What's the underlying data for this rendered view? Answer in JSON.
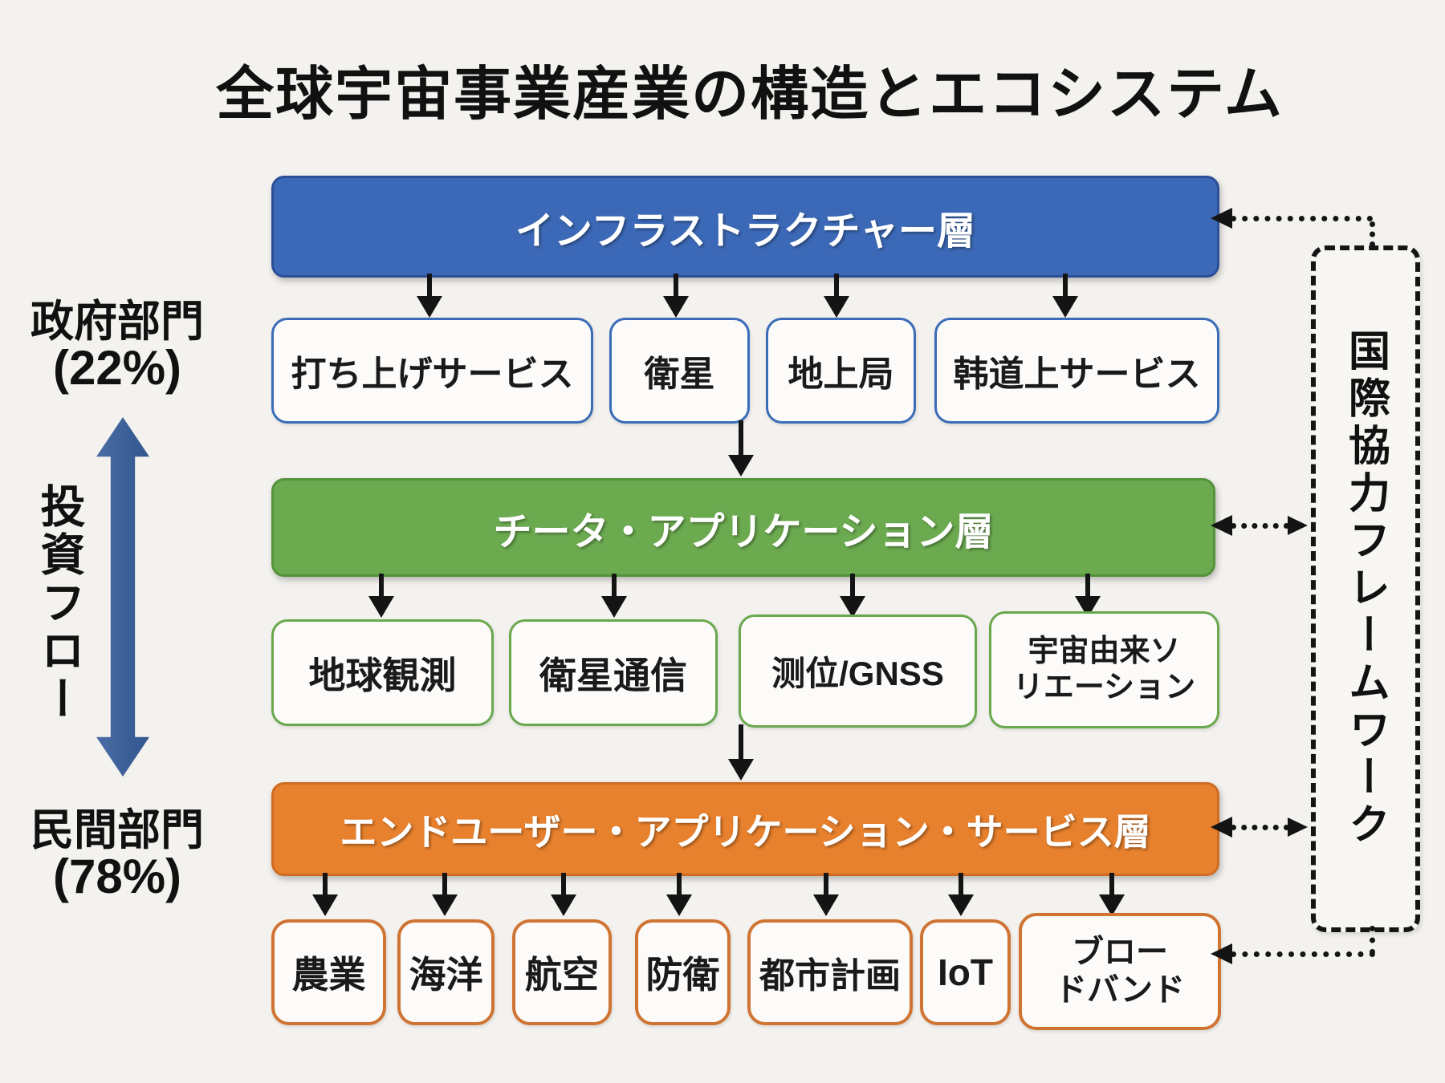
{
  "title": "全球宇宙事業産業の構造とエコシステム",
  "left_panel": {
    "government_label": "政府部門",
    "government_pct": "(22%)",
    "investment_flow_label": "投資フロー",
    "private_label": "民間部門",
    "private_pct": "(78%)"
  },
  "right_panel": {
    "framework_label": "国際協力フレームワーク"
  },
  "layers": [
    {
      "label": "インフラストラクチャー層",
      "color": "#3c69b7",
      "children": [
        {
          "text": "打ち上げサービス"
        },
        {
          "text": "衛星"
        },
        {
          "text": "地上局"
        },
        {
          "text": "韩道上サービス"
        }
      ]
    },
    {
      "label": "チータ・アプリケーション層",
      "color": "#6caa50",
      "children": [
        {
          "text": "地球観測"
        },
        {
          "text": "衛星通信"
        },
        {
          "text": "测位/GNSS"
        },
        {
          "text": "宇宙由来ソ",
          "text2": "リエーション"
        }
      ]
    },
    {
      "label": "エンドユーザー・アプリケーション・サービス層",
      "color": "#e8812d",
      "children": [
        {
          "text": "農業"
        },
        {
          "text": "海洋"
        },
        {
          "text": "航空"
        },
        {
          "text": "防衛"
        },
        {
          "text": "都市計画"
        },
        {
          "text": "IoT"
        },
        {
          "text": "ブロー",
          "text2": "ドバンド"
        }
      ]
    }
  ],
  "colors": {
    "infrastructure_layer": "#3c69b7",
    "data_application_layer": "#6caa50",
    "end_user_layer": "#e8812d",
    "investment_arrow": "#3d5e9d",
    "background": "#f4f2ee"
  }
}
